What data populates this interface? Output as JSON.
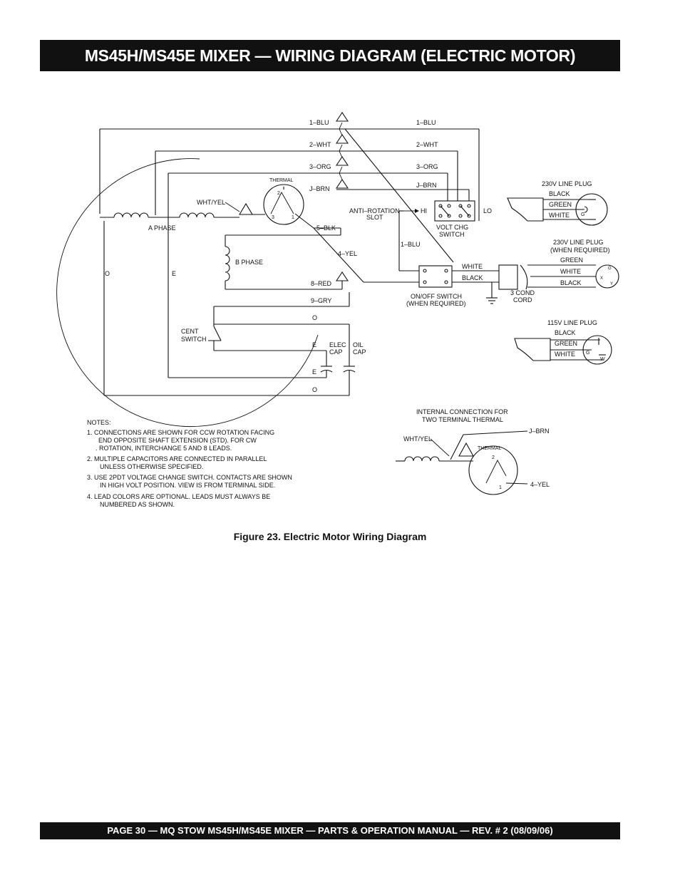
{
  "header": {
    "title": "MS45H/MS45E  MIXER  — WIRING DIAGRAM (ELECTRIC MOTOR)"
  },
  "footer": {
    "text": "PAGE 30 — MQ STOW MS45H/MS45E  MIXER — PARTS & OPERATION MANUAL — REV.  # 2  (08/09/06)"
  },
  "figure": {
    "caption": "Figure 23. Electric Motor Wiring Diagram"
  },
  "diagram": {
    "leads_left": {
      "l1": "1–BLU",
      "l2": "2–WHT",
      "l3": "3–ORG",
      "lj": "J–BRN",
      "l5": "5–BLK",
      "l4": "4–YEL",
      "l8": "8–RED",
      "l9": "9–GRY"
    },
    "leads_right": {
      "r1": "1–BLU",
      "r2": "2–WHT",
      "r3": "3–ORG",
      "rj": "J–BRN",
      "r1b": "1–BLU"
    },
    "labels": {
      "thermal": "THERMAL",
      "wht_yel": "WHT/YEL",
      "a_phase": "A PHASE",
      "b_phase": "B PHASE",
      "o": "O",
      "e": "E",
      "cent_switch_1": "CENT",
      "cent_switch_2": "SWITCH",
      "elec_cap_1": "ELEC",
      "elec_cap_2": "CAP",
      "oil_cap_1": "OIL",
      "oil_cap_2": "CAP",
      "anti_rotation_1": "ANTI–ROTATION",
      "anti_rotation_2": "SLOT",
      "hi": "HI",
      "lo": "LO",
      "volt_chg_1": "VOLT CHG",
      "volt_chg_2": "SWITCH",
      "onoff_1": "ON/OFF SWITCH",
      "onoff_2": "(WHEN REQUIRED)",
      "white": "WHITE",
      "black": "BLACK",
      "cond_1": "3 COND",
      "cond_2": "CORD",
      "t2": "2",
      "t3": "3",
      "t1": "1"
    },
    "plugs": {
      "p230a_title": "230V LINE PLUG",
      "p230a_w1": "BLACK",
      "p230a_w2": "GREEN",
      "p230a_w3": "WHITE",
      "p230b_title_1": "230V LINE PLUG",
      "p230b_title_2": "(WHEN REQUIRED)",
      "p230b_w1": "GREEN",
      "p230b_w2": "WHITE",
      "p230b_w3": "BLACK",
      "p115_title": "115V LINE PLUG",
      "p115_w1": "BLACK",
      "p115_w2": "GREEN",
      "p115_w3": "WHITE",
      "g": "G",
      "w": "W",
      "x": "X",
      "y": "Y"
    },
    "internal": {
      "title_1": "INTERNAL  CONNECTION  FOR",
      "title_2": "TWO TERMINAL  THERMAL",
      "wht_yel": "WHT/YEL",
      "thermal": "THERMAL",
      "jbrn": "J–BRN",
      "yel4": "4–YEL",
      "t2": "2",
      "t1": "1"
    },
    "notes": {
      "title": "NOTES:",
      "n1a": "1.  CONNECTIONS  ARE  SHOWN  FOR  CCW  ROTATION  FACING",
      "n1b": "END  OPPOSITE  SHAFT  EXTENSION  (STD).    FOR  CW",
      "n1c": ". ROTATION,  INTERCHANGE  5  AND  8  LEADS.",
      "n2a": "2.  MULTIPLE  CAPACITORS  ARE  CONNECTED  IN  PARALLEL",
      "n2b": "UNLESS  OTHERWISE  SPECIFIED.",
      "n3a": "3.  USE  2PDT  VOLTAGE  CHANGE  SWITCH.    CONTACTS  ARE  SHOWN",
      "n3b": "IN  HIGH  VOLT  POSITION.    VIEW  IS  FROM  TERMINAL  SIDE.",
      "n4a": "4.  LEAD  COLORS  ARE  OPTIONAL.    LEADS  MUST  ALWAYS  BE",
      "n4b": "NUMBERED  AS  SHOWN."
    }
  }
}
